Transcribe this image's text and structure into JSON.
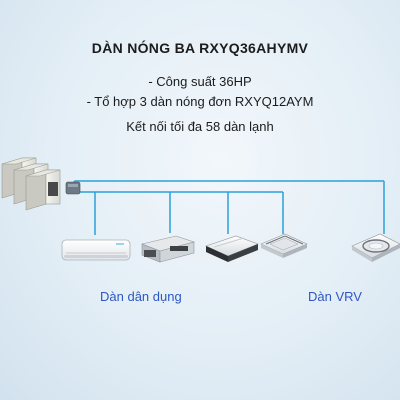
{
  "title": "DÀN NÓNG BA RXYQ36AHYMV",
  "spec_lines": [
    "- Công suất 36HP",
    "- Tổ hợp 3 dàn nóng đơn RXYQ12AYM",
    "Kết nối tối đa 58 dàn lạnh"
  ],
  "groups": {
    "residential_label": "Dàn dân dụng",
    "vrv_label": "Dàn VRV"
  },
  "colors": {
    "pipe": "#2aa1d8",
    "group_label": "#2f57c4"
  },
  "indoor_units": [
    {
      "icon": "wall-mounted-unit-icon",
      "group": "residential"
    },
    {
      "icon": "ceiling-concealed-duct-unit-icon",
      "group": "residential"
    },
    {
      "icon": "ceiling-suspended-unit-icon",
      "group": "vrv"
    },
    {
      "icon": "cassette-4-way-unit-icon",
      "group": "vrv"
    },
    {
      "icon": "round-flow-cassette-unit-icon",
      "group": "vrv"
    }
  ]
}
